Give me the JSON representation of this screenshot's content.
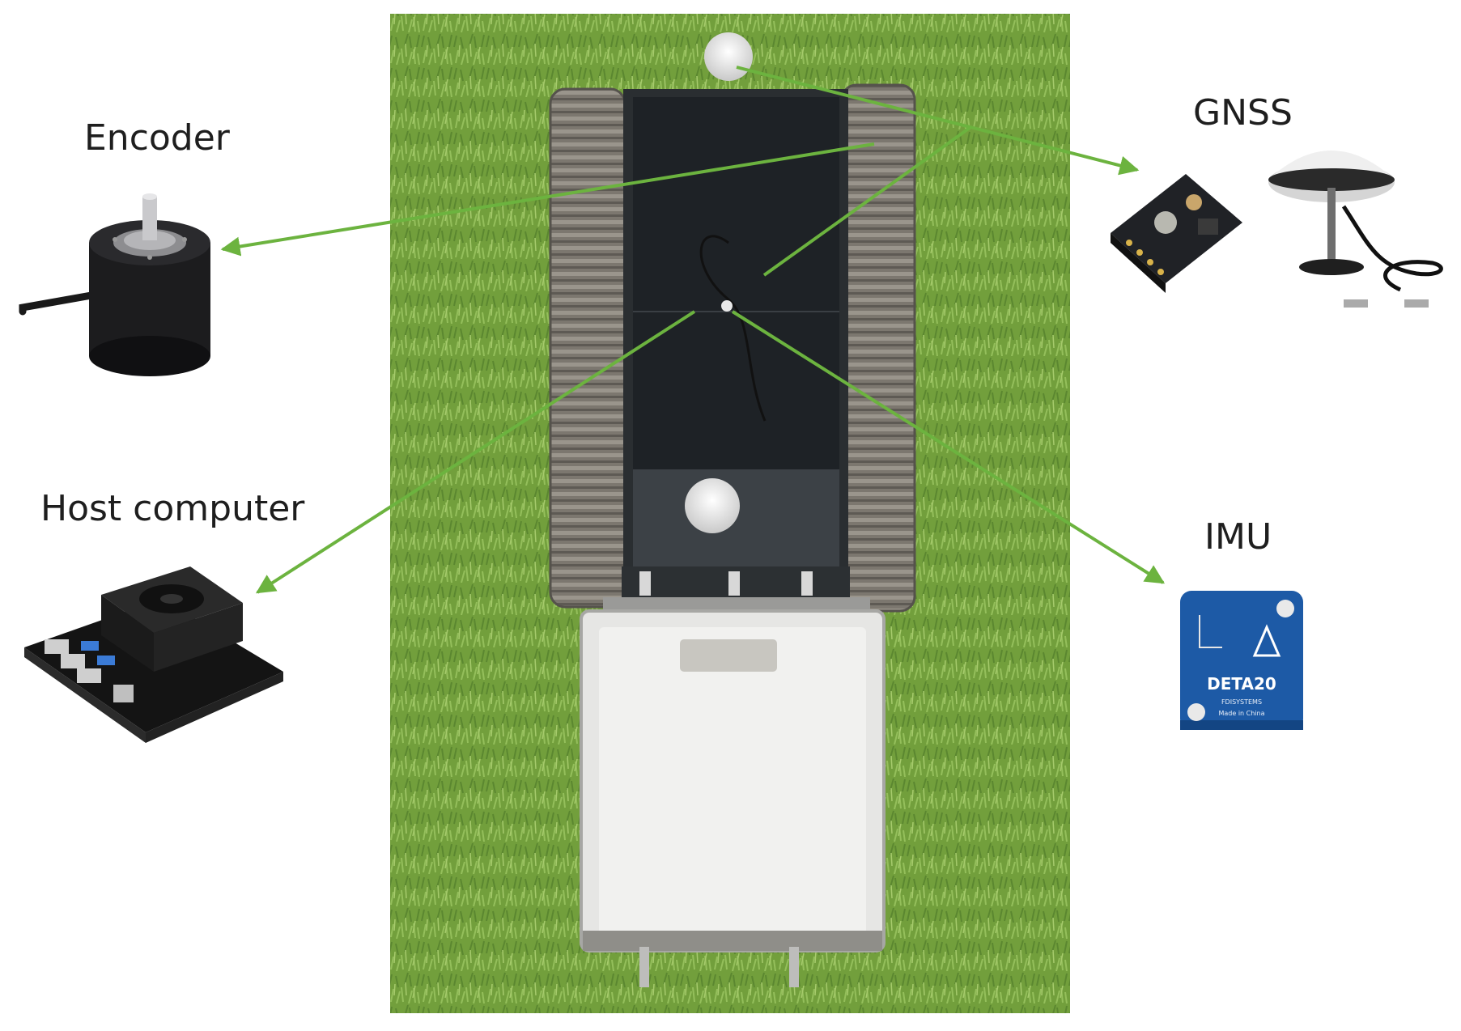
{
  "labels": {
    "encoder": "Encoder",
    "host_computer": "Host computer",
    "gnss": "GNSS",
    "imu": "IMU"
  },
  "imu_device": {
    "model": "DETA20",
    "brand": "FDISYSTEMS",
    "origin": "Made in China"
  },
  "colors": {
    "arrow": "#6cb33f",
    "grass_base": "#6e9a3a",
    "grass_light": "#8fb85a",
    "robot_top": "#1e2226",
    "track": "#7c776f",
    "imu_blue": "#1d5aa6",
    "text": "#1e1e1e"
  }
}
